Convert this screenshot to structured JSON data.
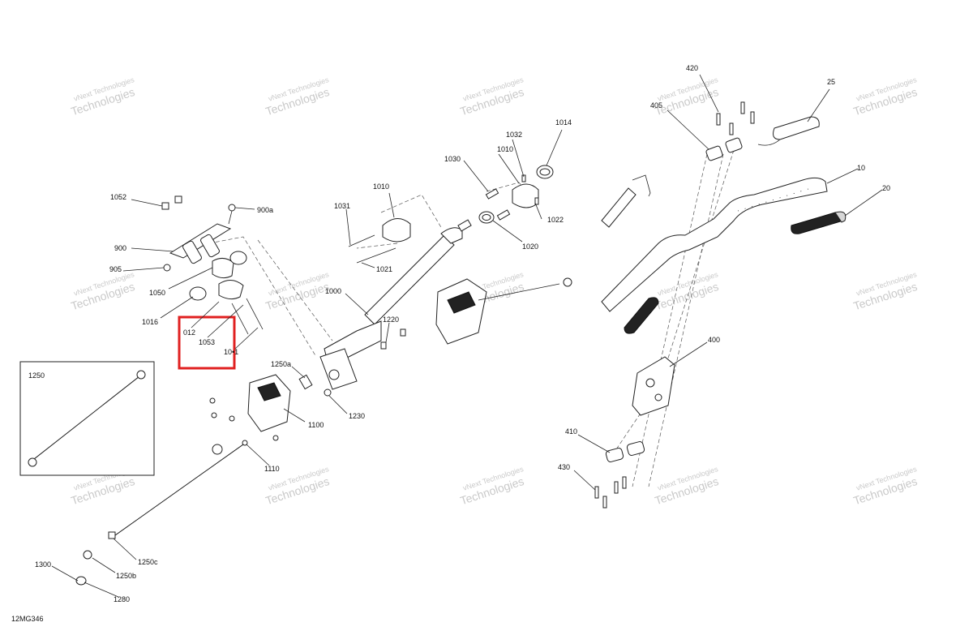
{
  "diagram_id": "12MG346",
  "watermark": {
    "line1": "vNext",
    "line2": "Technologies",
    "combined": "vNext Technologies"
  },
  "labels": {
    "p420": "420",
    "p25": "25",
    "p405": "405",
    "p1014": "1014",
    "p1032": "1032",
    "p1010a": "1010",
    "p1030": "1030",
    "p1010b": "1010",
    "p1031": "1031",
    "p1022": "1022",
    "p1020": "1020",
    "p1021": "1021",
    "p1052": "1052",
    "p900a": "900a",
    "p900": "900",
    "p905": "905",
    "p1050": "1050",
    "p1016": "1016",
    "p1000": "1000",
    "p1220": "1220",
    "p1012": "012",
    "p1053": "1053",
    "p1011": "10•1",
    "p10": "10",
    "p20": "20",
    "p400": "400",
    "p1250": "1250",
    "p1250a": "1250a",
    "p1230": "1230",
    "p1100": "1100",
    "p410": "410",
    "p430": "430",
    "p1110": "1110",
    "p1300": "1300",
    "p1250c": "1250c",
    "p1250b": "1250b",
    "p1280": "1280"
  },
  "highlight": {
    "color": "#e02020"
  }
}
